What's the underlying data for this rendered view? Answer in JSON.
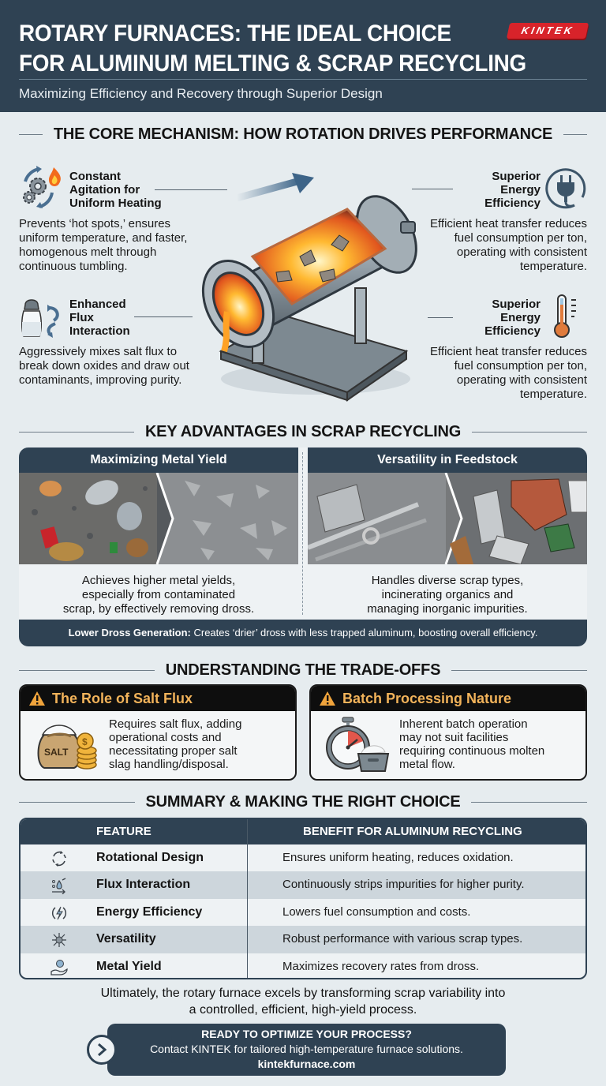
{
  "header": {
    "title_line1": "ROTARY FURNACES: THE IDEAL CHOICE",
    "title_line2": "FOR ALUMINUM MELTING & SCRAP RECYCLING",
    "subtitle": "Maximizing Efficiency and Recovery through Superior Design",
    "logo": "KINTEK",
    "brand_color": "#d8232a"
  },
  "mechanism": {
    "heading": "THE CORE MECHANISM: HOW ROTATION DRIVES PERFORMANCE",
    "items": [
      {
        "title": "Constant Agitation for Uniform Heating",
        "title_lines": [
          "Constant",
          "Agitation for",
          "Uniform Heating"
        ],
        "text": "Prevents ‘hot spots,’ ensures uniform temperature, and faster, homogenous melt through continuous tumbling.",
        "icon": "gears-rotation-flame-icon"
      },
      {
        "title": "Superior Energy Efficiency",
        "title_lines": [
          "Superior",
          "Energy",
          "Efficiency"
        ],
        "text": "Efficient heat transfer reduces fuel consumption per ton, operating with consistent temperature.",
        "icon": "power-plug-icon"
      },
      {
        "title": "Enhanced Flux Interaction",
        "title_lines": [
          "Enhanced",
          "Flux",
          "Interaction"
        ],
        "text": "Aggressively mixes salt flux to break down oxides and draw out contaminants, improving purity.",
        "icon": "salt-shaker-icon"
      },
      {
        "title": "Superior Energy Efficiency",
        "title_lines": [
          "Superior",
          "Energy",
          "Efficiency"
        ],
        "text": "Efficient heat transfer reduces fuel consumption per ton, operating with consistent temperature.",
        "icon": "thermometer-icon"
      }
    ]
  },
  "advantages": {
    "heading": "KEY ADVANTAGES IN SCRAP RECYCLING",
    "columns": [
      {
        "title": "Maximizing Metal Yield",
        "text": "Achieves higher metal yields, especially from contaminated scrap, by effectively removing dross.",
        "text_lines": [
          "Achieves higher metal yields,",
          "especially from contaminated",
          "scrap, by effectively removing dross."
        ]
      },
      {
        "title": "Versatility in Feedstock",
        "text": "Handles diverse scrap types, incinerating organics and managing inorganic impurities.",
        "text_lines": [
          "Handles diverse scrap types,",
          "incinerating organics and",
          "managing inorganic impurities."
        ]
      }
    ],
    "footer_label": "Lower Dross Generation:",
    "footer_text": " Creates ‘drier’ dross with less trapped aluminum, boosting overall efficiency."
  },
  "tradeoffs": {
    "heading": "UNDERSTANDING THE TRADE-OFFS",
    "cards": [
      {
        "title": "The Role of Salt Flux",
        "text_lines": [
          "Requires salt flux, adding",
          "operational costs and",
          "necessitating proper salt",
          "slag handling/disposal."
        ],
        "icon": "salt-bag-coins-icon",
        "icon_label": "SALT"
      },
      {
        "title": "Batch Processing Nature",
        "text_lines": [
          "Inherent batch operation",
          "may not suit facilities",
          "requiring continuous molten",
          "metal flow."
        ],
        "icon": "stopwatch-batch-icon"
      }
    ]
  },
  "summary": {
    "heading": "SUMMARY & MAKING THE RIGHT CHOICE",
    "columns": [
      "FEATURE",
      "BENEFIT FOR ALUMINUM RECYCLING"
    ],
    "rows": [
      {
        "feature": "Rotational Design",
        "benefit": "Ensures uniform heating, reduces oxidation.",
        "icon": "rotation-arrows-icon"
      },
      {
        "feature": "Flux Interaction",
        "benefit": "Continuously strips impurities for higher purity.",
        "icon": "flux-drop-icon"
      },
      {
        "feature": "Energy Efficiency",
        "benefit": "Lowers fuel consumption and costs.",
        "icon": "energy-bolt-icon"
      },
      {
        "feature": "Versatility",
        "benefit": "Robust performance with various scrap types.",
        "icon": "network-hub-icon"
      },
      {
        "feature": "Metal Yield",
        "benefit": "Maximizes recovery rates from dross.",
        "icon": "hand-coin-icon"
      }
    ]
  },
  "closing": {
    "line1": "Ultimately, the rotary furnace excels by transforming scrap variability into",
    "line2": "a controlled, efficient, high-yield process."
  },
  "cta": {
    "heading": "READY TO OPTIMIZE YOUR PROCESS?",
    "text": "Contact KINTEK for tailored high-temperature furnace solutions.",
    "link": "kintekfurnace.com"
  }
}
